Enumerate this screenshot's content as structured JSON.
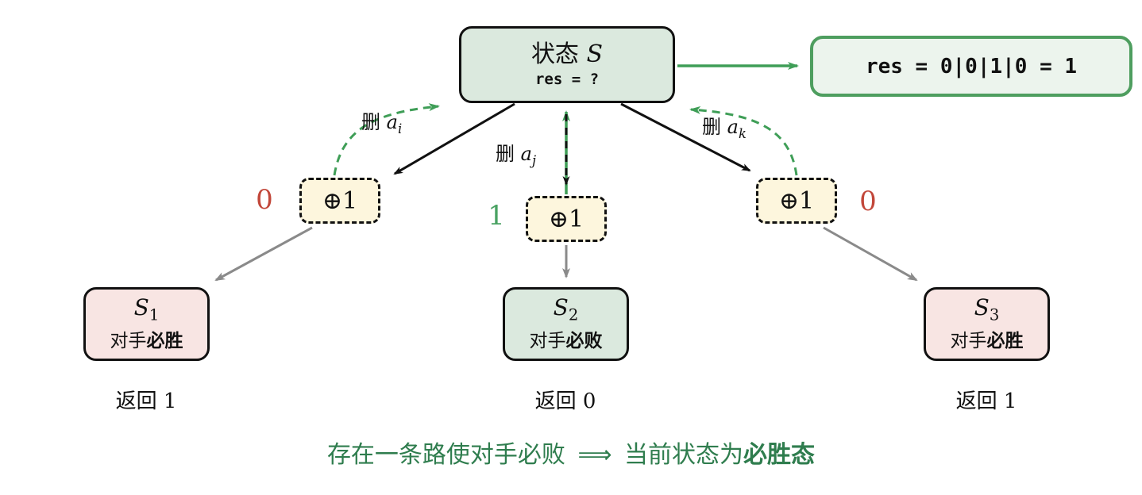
{
  "colors": {
    "state_fill": "#dbe9de",
    "result_fill": "#ecf4ed",
    "result_border_green": "#4e9e5f",
    "xor_fill": "#fdf6dd",
    "pink_fill": "#f8e5e3",
    "green_arrow": "#3f9e57",
    "caption_green": "#2f7d4e",
    "value_red": "#c2473a",
    "value_green": "#4aa263",
    "gray_arrow": "#8a8a8a"
  },
  "state_box": {
    "title_text": "状态",
    "title_var": "S",
    "code": "res = ?"
  },
  "result_box": {
    "code": "res = 0|0|1|0 = 1"
  },
  "edges": {
    "left": {
      "prefix": "删",
      "var": "a",
      "sub": "i"
    },
    "middle": {
      "prefix": "删",
      "var": "a",
      "sub": "j"
    },
    "right": {
      "prefix": "删",
      "var": "a",
      "sub": "k"
    }
  },
  "xor_nodes": {
    "left": {
      "label": "⊕1",
      "value": "0"
    },
    "middle": {
      "label": "⊕1",
      "value": "1"
    },
    "right": {
      "label": "⊕1",
      "value": "0"
    }
  },
  "child_states": {
    "left": {
      "name": "S",
      "sub": "1",
      "line2_prefix": "对手",
      "line2_bold": "必胜",
      "return_label": "返回 1"
    },
    "middle": {
      "name": "S",
      "sub": "2",
      "line2_prefix": "对手",
      "line2_bold": "必败",
      "return_label": "返回 0"
    },
    "right": {
      "name": "S",
      "sub": "3",
      "line2_prefix": "对手",
      "line2_bold": "必胜",
      "return_label": "返回 1"
    }
  },
  "caption": {
    "left": "存在一条路使对手必败",
    "arrow": "⟹",
    "mid": "当前状态为",
    "bold": "必胜态"
  }
}
